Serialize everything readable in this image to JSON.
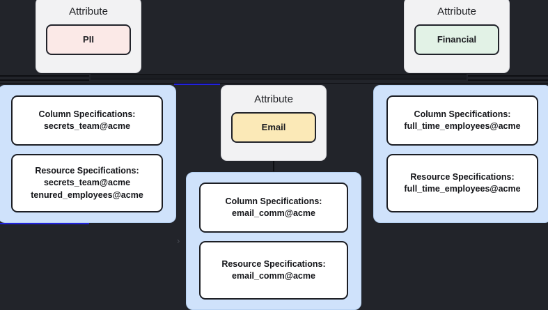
{
  "theme": {
    "background": "#22242a",
    "panel_blue": "#cfe2fb",
    "card_grey": "#f2f2f3",
    "pill_pii": "#fbe9e7",
    "pill_financial": "#e2f2e6",
    "pill_email": "#fbe9b7",
    "edge_blue": "#2222dd",
    "text_dark": "#141519"
  },
  "attribute_cards": [
    {
      "title": "Attribute",
      "tag": "PII",
      "icon": "attribute-node-icon"
    },
    {
      "title": "Attribute",
      "tag": "Financial",
      "icon": "attribute-node-icon"
    },
    {
      "title": "Attribute",
      "tag": "Email",
      "icon": "attribute-node-icon"
    }
  ],
  "spec_panels": [
    {
      "id": "secrets-team",
      "boxes": [
        {
          "heading": "Column Specifications:",
          "lines": [
            "secrets_team@acme"
          ]
        },
        {
          "heading": "Resource Specifications:",
          "lines": [
            "secrets_team@acme",
            "tenured_employees@acme"
          ]
        }
      ]
    },
    {
      "id": "full-time-employees",
      "boxes": [
        {
          "heading": "Column Specifications:",
          "lines": [
            "full_time_employees@acme"
          ]
        },
        {
          "heading": "Resource Specifications:",
          "lines": [
            "full_time_employees@acme"
          ]
        }
      ]
    },
    {
      "id": "email-comm",
      "boxes": [
        {
          "heading": "Column Specifications:",
          "lines": [
            "email_comm@acme"
          ]
        },
        {
          "heading": "Resource Specifications:",
          "lines": [
            "email_comm@acme"
          ]
        }
      ]
    }
  ],
  "glyphs": {
    "chevron_right": "›"
  }
}
